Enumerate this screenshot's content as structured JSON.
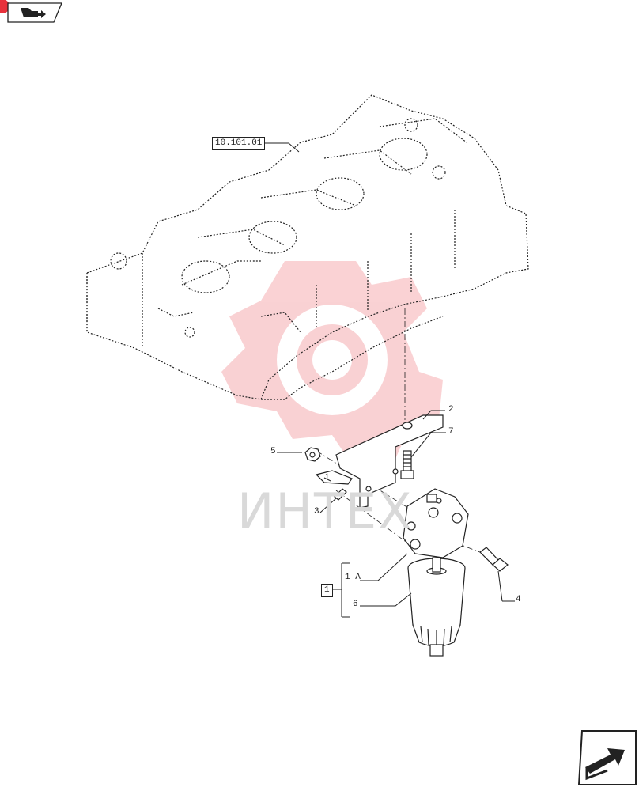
{
  "nav": {
    "top_button_icon": "book-arrow-icon",
    "bottom_button_icon": "arrow-return-icon"
  },
  "callouts": {
    "ref_10_101_01": "10.101.01",
    "c1": "1",
    "c1a": "1 A",
    "c2": "2",
    "c3": "3",
    "c4": "4",
    "c5": "5",
    "c6": "6",
    "c7": "7",
    "c1_small": "1"
  },
  "watermark": {
    "text": "ИНТЕХ",
    "color": "#e8323c"
  },
  "colors": {
    "line": "#222222",
    "accent": "#e8323c"
  }
}
